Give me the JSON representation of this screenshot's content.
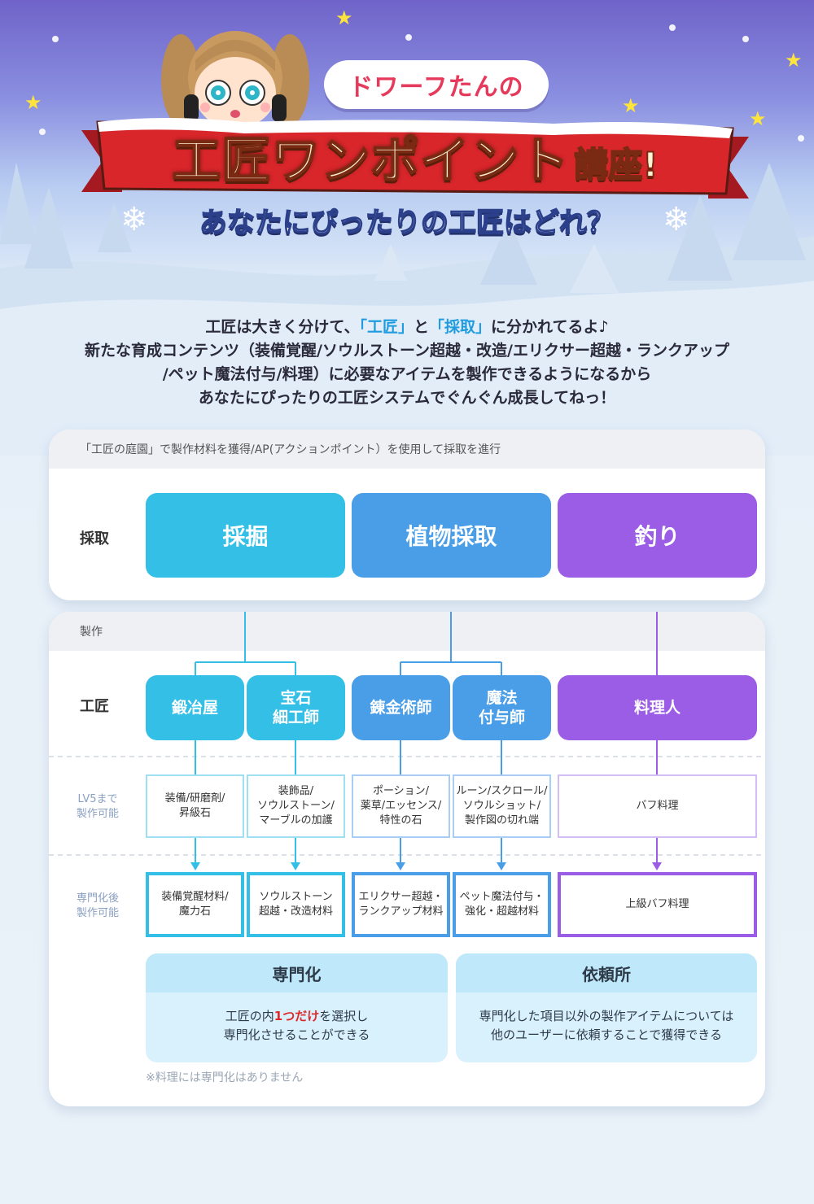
{
  "header": {
    "bubble": "ドワーフたんの",
    "title_main": "工匠ワンポイント",
    "title_small": "講座!",
    "subtitle": "あなたにぴったりの工匠はどれ？"
  },
  "intro": {
    "line1_pre": "工匠は大きく分けて、",
    "line1_hl1": "「工匠」",
    "line1_mid": "と",
    "line1_hl2": "「採取」",
    "line1_post": "に分かれてるよ♪",
    "line2": "新たな育成コンテンツ（装備覚醒/ソウルストーン超越・改造/エリクサー超越・ランクアップ",
    "line3": "/ペット魔法付与/料理）に必要なアイテムを製作できるようになるから",
    "line4": "あなたにぴったりの工匠システムでぐんぐん成長してねっ！"
  },
  "gather": {
    "header": "「工匠の庭園」で製作材料を獲得/AP(アクションポイント）を使用して採取を進行",
    "label": "採取",
    "items": [
      "採掘",
      "植物採取",
      "釣り"
    ]
  },
  "craft": {
    "header": "製作",
    "label": "工匠",
    "lv5_label": "LV5まで\n製作可能",
    "spec_label": "専門化後\n製作可能",
    "jobs": [
      "鍛冶屋",
      "宝石\n細工師",
      "錬金術師",
      "魔法\n付与師",
      "料理人"
    ],
    "lv5": [
      "装備/研磨剤/\n昇級石",
      "装飾品/\nソウルストーン/\nマーブルの加護",
      "ポーション/\n薬草/エッセンス/\n特性の石",
      "ルーン/スクロール/\nソウルショット/\n製作図の切れ端",
      "バフ料理"
    ],
    "spec": [
      "装備覚醒材料/\n魔力石",
      "ソウルストーン\n超越・改造材料",
      "エリクサー超越・\nランクアップ材料",
      "ペット魔法付与・\n強化・超越材料",
      "上級バフ料理"
    ]
  },
  "info": {
    "left_title": "専門化",
    "left_pre": "工匠の内",
    "left_red": "1つだけ",
    "left_post": "を選択し",
    "left_line2": "専門化させることができる",
    "right_title": "依頼所",
    "right_body": "専門化した項目以外の製作アイテムについては\n他のユーザーに依頼することで獲得できる",
    "note": "※料理には専門化はありません"
  },
  "colors": {
    "cyan": "#33bfe6",
    "blue": "#4a9ee8",
    "purple": "#9b5ce6",
    "red_banner": "#d8262b",
    "text_blue": "#1f9be0"
  }
}
